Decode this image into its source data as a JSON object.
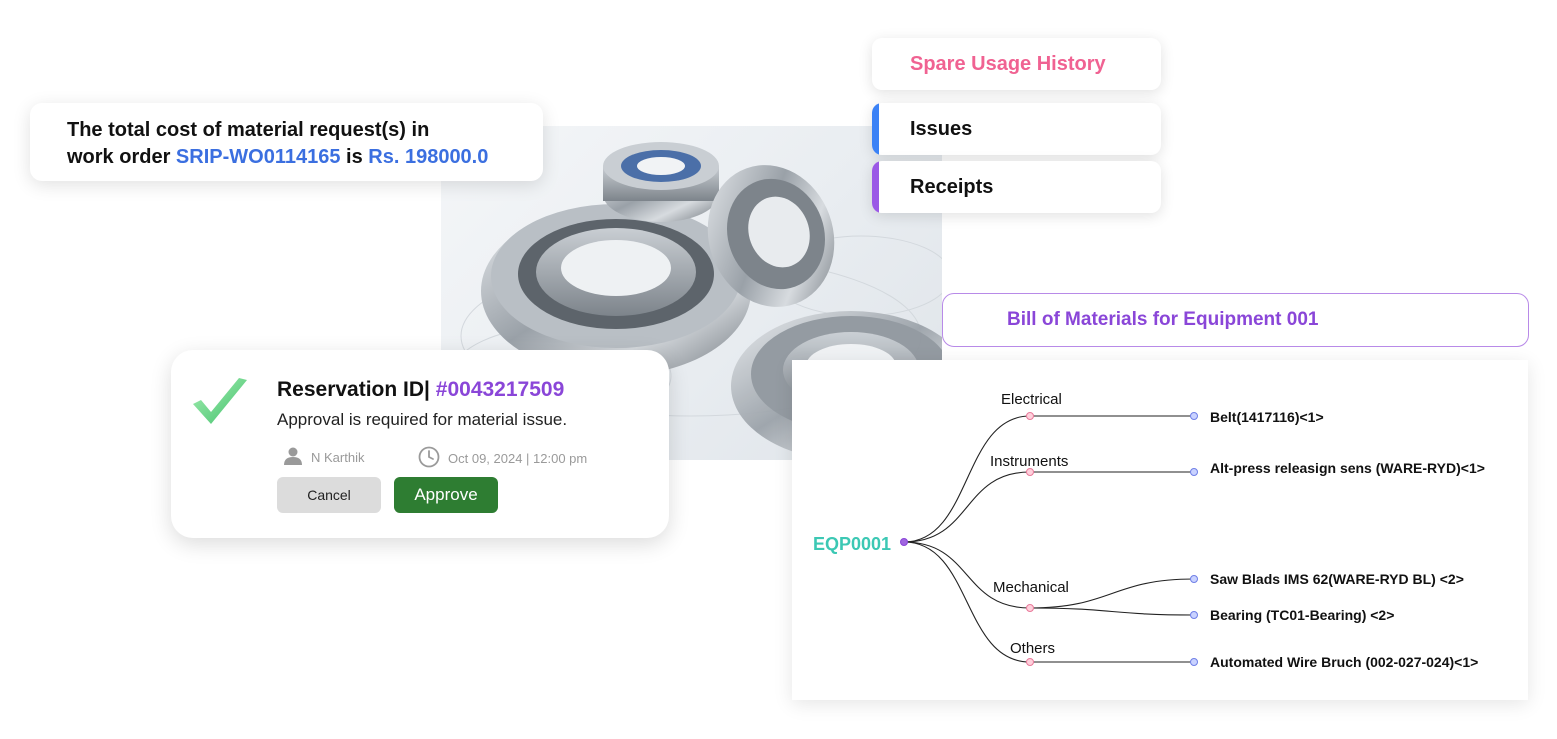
{
  "cost_card": {
    "line1": "The total cost of material request(s) in",
    "prefix": "work order",
    "work_order": "SRIP-WO0114165",
    "mid": "is",
    "amount": "Rs. 198000.0"
  },
  "tabs": [
    {
      "label": "Spare Usage History",
      "color": "#f06292",
      "accent": ""
    },
    {
      "label": "Issues",
      "color": "#111111",
      "accent": "#3b82f6"
    },
    {
      "label": "Receipts",
      "color": "#111111",
      "accent": "#9b59e6"
    }
  ],
  "reservation": {
    "title": "Reservation ID|",
    "id": "#0043217509",
    "message": "Approval is required for material issue.",
    "user": "N Karthik",
    "datetime": "Oct 09, 2024 | 12:00 pm",
    "cancel_label": "Cancel",
    "approve_label": "Approve",
    "icons": {
      "check": "checkmark-icon",
      "user": "person-icon",
      "time": "clock-icon"
    }
  },
  "bom": {
    "title": "Bill of Materials for Equipment 001",
    "root": "EQP0001",
    "categories": [
      {
        "name": "Electrical",
        "items": [
          "Belt(1417116)<1>"
        ]
      },
      {
        "name": "Instruments",
        "items": [
          "Alt-press releasign sens (WARE-RYD)<1>"
        ]
      },
      {
        "name": "Mechanical",
        "items": [
          "Saw Blads IMS 62(WARE-RYD BL) <2>",
          "Bearing (TC01-Bearing) <2>"
        ]
      },
      {
        "name": "Others",
        "items": [
          "Automated Wire Bruch (002-027-024)<1>"
        ]
      }
    ],
    "colors": {
      "root": "#3cc8b4",
      "root_node": "#a066e0",
      "category_node": "#f08aa8",
      "item_node": "#7a8ef0"
    }
  },
  "photo": {
    "subject": "ball bearings"
  }
}
